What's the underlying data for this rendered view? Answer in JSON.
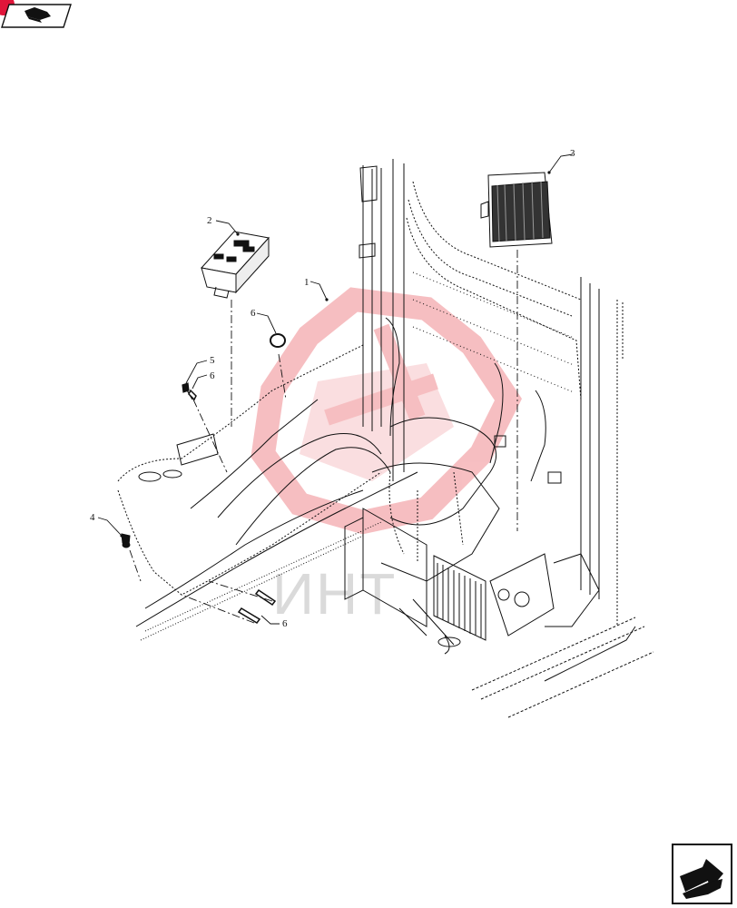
{
  "nav": {
    "back_icon": "book-arrow-left-icon",
    "forward_icon": "book-arrow-right-icon"
  },
  "diagram": {
    "callouts": [
      "1",
      "2",
      "3",
      "4",
      "5",
      "6",
      "6",
      "6"
    ],
    "watermark_text": "ИНТ"
  },
  "colors": {
    "line": "#111111",
    "watermark": "#e8484f",
    "nav_badge": "#e0153a"
  }
}
